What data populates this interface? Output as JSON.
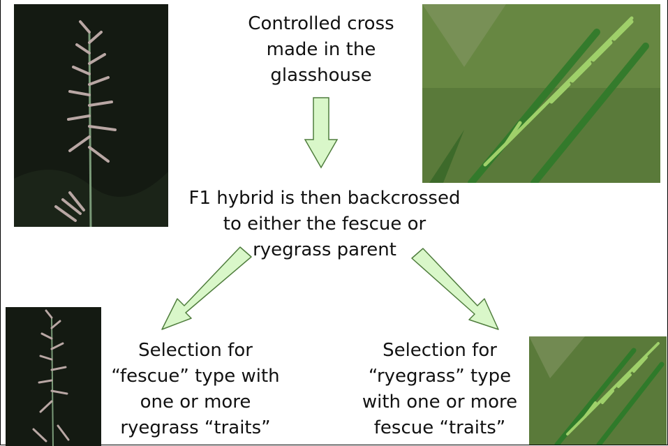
{
  "step1": {
    "lines": [
      "Controlled cross",
      "made in the",
      "glasshouse"
    ]
  },
  "step2": {
    "lines": [
      "F1 hybrid is then backcrossed",
      "to either the fescue or",
      "ryegrass parent"
    ]
  },
  "left_outcome": {
    "lines": [
      "Selection for",
      "“fescue” type with",
      "one or more",
      "ryegrass “traits”"
    ]
  },
  "right_outcome": {
    "lines": [
      "Selection for",
      "“ryegrass” type",
      "with one or more",
      "fescue “traits”"
    ]
  },
  "colors": {
    "arrow_fill": "#d9f7c9",
    "arrow_stroke": "#4f7d3d",
    "fescue_bg": "#141a12",
    "ryegrass_bg": "#5a7a3a"
  },
  "images": {
    "fescue_photo": "fescue panicle on dark background",
    "ryegrass_photo": "ryegrass seed heads among green leaves"
  }
}
